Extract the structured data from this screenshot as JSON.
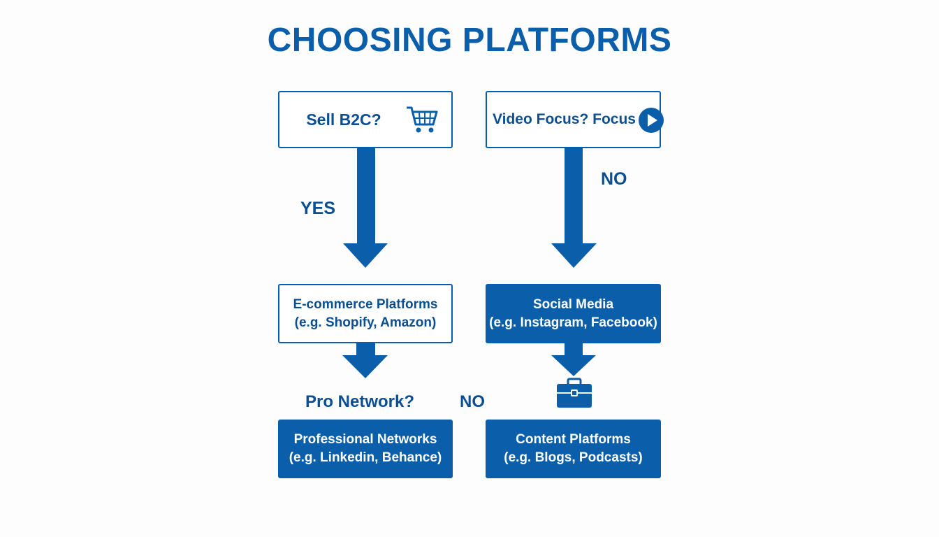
{
  "title": "CHOOSING PLATFORMS",
  "colors": {
    "primary": "#0b5eaa",
    "text_dark": "#0b4f92",
    "white": "#ffffff"
  },
  "nodes": {
    "sell_b2c": "Sell B2C?",
    "video_focus": "Video Focus? Focus",
    "ecommerce": {
      "line1": "E-commerce Platforms",
      "line2": "(e.g. Shopify, Amazon)"
    },
    "social_media": {
      "line1": "Social Media",
      "line2": "(e.g. Instagram, Facebook)"
    },
    "pro_network_q": "Pro Network?",
    "professional_networks": {
      "line1": "Professional Networks",
      "line2": "(e.g. Linkedin, Behance)"
    },
    "content_platforms": {
      "line1": "Content Platforms",
      "line2": "(e.g. Blogs, Podcasts)"
    }
  },
  "edge_labels": {
    "yes": "YES",
    "no_right": "NO",
    "no_middle": "NO"
  },
  "icons": {
    "cart": "shopping-cart-icon",
    "play": "play-icon",
    "briefcase": "briefcase-icon"
  }
}
